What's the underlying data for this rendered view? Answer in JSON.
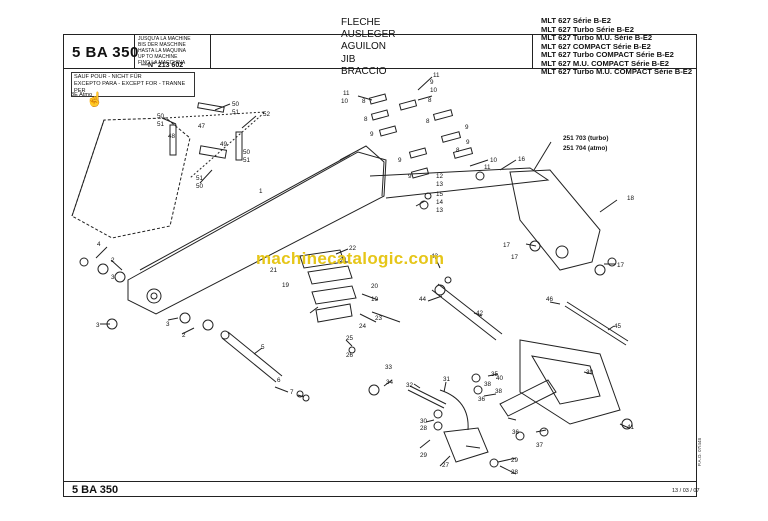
{
  "header": {
    "code": "5 BA 350",
    "up_to_lines": [
      "JUSQU'A LA MACHINE",
      "BIS DER MASCHINE",
      "HASTA LA MAQUINA",
      "UP TO MACHINE",
      "FINO LA MACCHINA"
    ],
    "up_to_number": "213 602",
    "up_to_prefix": "—N°",
    "titles": [
      "FLECHE",
      "AUSLEGER",
      "AGUILON",
      "JIB",
      "BRACCIO"
    ],
    "models": [
      "MLT 627 Série B-E2",
      "MLT 627 Turbo Série B-E2",
      "MLT 627 Turbo M.U. Série B-E2",
      "MLT 627 COMPACT Série B-E2",
      "MLT 627 Turbo COMPACT Série B-E2",
      "MLT 627 M.U. COMPACT Série B-E2",
      "MLT 627 Turbo M.U. COMPACT Série B-E2"
    ]
  },
  "exception_box": {
    "lines": [
      "SAUF POUR - NICHT FÜR",
      "EXCEPTO PARA - EXCEPT FOR - TRANNE PER"
    ],
    "note": "3E Atmo"
  },
  "part_refs": {
    "turbo": "251 703 (turbo)",
    "atmo": "251 704 (atmo)"
  },
  "callouts": [
    "1",
    "2",
    "3",
    "4",
    "5",
    "6",
    "7",
    "8",
    "9",
    "10",
    "11",
    "12",
    "13",
    "14",
    "15",
    "16",
    "17",
    "18",
    "19",
    "20",
    "21",
    "22",
    "23",
    "24",
    "25",
    "26",
    "27",
    "28",
    "29",
    "30",
    "31",
    "32",
    "33",
    "34",
    "35",
    "36",
    "37",
    "38",
    "39",
    "40",
    "41",
    "42",
    "43",
    "44",
    "45",
    "46",
    "47",
    "48",
    "49",
    "50",
    "51",
    "52"
  ],
  "watermark": "machinecatalogic.com",
  "footer": {
    "code": "5 BA 350",
    "date": "13 / 03 / 07",
    "pao": "P.A.O. 07/448"
  }
}
